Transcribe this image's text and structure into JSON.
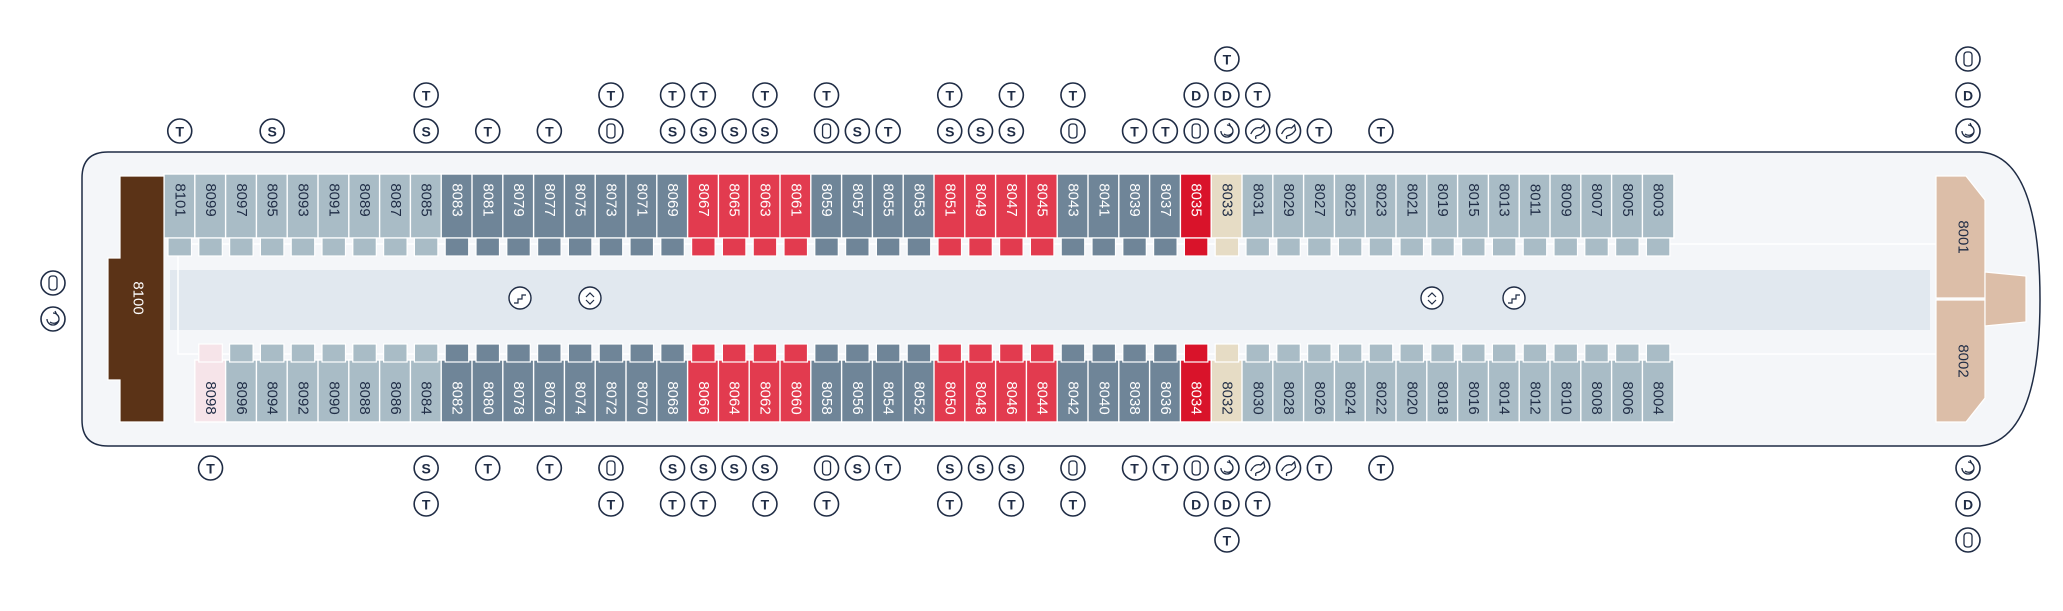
{
  "colors": {
    "hull": "#f4f6f9",
    "hull_outline": "#1f2c45",
    "corridor": "#e1e8ef",
    "cabin_default": "#a9bcc6",
    "cabin_dark": "#6f8598",
    "cabin_suite": "#e23b4f",
    "cabin_owner": "#d9132a",
    "cabin_tan": "#e6dcc5",
    "bow_special": "#5b3317",
    "stern_special": "#dcbea8",
    "stern_pink": "#f6e4e9",
    "icon_stroke": "#1f2c45",
    "cabin_text": "#1f2c45",
    "cabin_text_light": "#ffffff"
  },
  "legend_icons": {
    "T": "twin-beds-icon",
    "S": "sofa-bed-icon",
    "D": "double-bed-icon",
    "bath": "bathtub-icon",
    "acc": "accessible-icon",
    "pet": "pet-icon",
    "elev": "elevator-icon",
    "stair": "stairs-icon"
  },
  "cabins": {
    "top": [
      "8101",
      "8099",
      "8097",
      "8095",
      "8093",
      "8091",
      "8089",
      "8087",
      "8085",
      "8083",
      "8081",
      "8079",
      "8077",
      "8075",
      "8073",
      "8071",
      "8069",
      "8067",
      "8065",
      "8063",
      "8061",
      "8059",
      "8057",
      "8055",
      "8053",
      "8051",
      "8049",
      "8047",
      "8045",
      "8043",
      "8041",
      "8039",
      "8037",
      "8035",
      "8033",
      "8031",
      "8029",
      "8027",
      "8025",
      "8023",
      "8021",
      "8019",
      "8015",
      "8013",
      "8011",
      "8009",
      "8007",
      "8005",
      "8003"
    ],
    "bottom": [
      "8098",
      "8096",
      "8094",
      "8092",
      "8090",
      "8088",
      "8086",
      "8084",
      "8082",
      "8080",
      "8078",
      "8076",
      "8074",
      "8072",
      "8070",
      "8068",
      "8066",
      "8064",
      "8062",
      "8060",
      "8058",
      "8056",
      "8054",
      "8052",
      "8050",
      "8048",
      "8046",
      "8044",
      "8042",
      "8040",
      "8038",
      "8036",
      "8034",
      "8032",
      "8030",
      "8028",
      "8026",
      "8024",
      "8022",
      "8020",
      "8018",
      "8016",
      "8014",
      "8012",
      "8010",
      "8008",
      "8006",
      "8004"
    ],
    "stern": "8100",
    "bow_top": "8001",
    "bow_bottom": "8002"
  },
  "icon_columns": {
    "top": [
      {
        "cabin": "8101",
        "icons": [
          "T"
        ]
      },
      {
        "cabin": "8095",
        "icons": [
          "S"
        ]
      },
      {
        "cabin": "8085",
        "icons": [
          "T",
          "S"
        ]
      },
      {
        "cabin": "8081",
        "icons": [
          "T"
        ]
      },
      {
        "cabin": "8077",
        "icons": [
          "T"
        ]
      },
      {
        "cabin": "8073",
        "icons": [
          "T",
          "bath"
        ]
      },
      {
        "cabin": "8069",
        "icons": [
          "T",
          "S"
        ]
      },
      {
        "cabin": "8067",
        "icons": [
          "T",
          "S"
        ]
      },
      {
        "cabin": "8065",
        "icons": [
          "S"
        ]
      },
      {
        "cabin": "8063",
        "icons": [
          "T",
          "S"
        ]
      },
      {
        "cabin": "8059",
        "icons": [
          "T",
          "bath"
        ]
      },
      {
        "cabin": "8057",
        "icons": [
          "S"
        ]
      },
      {
        "cabin": "8055",
        "icons": [
          "T"
        ]
      },
      {
        "cabin": "8051",
        "icons": [
          "T",
          "S"
        ]
      },
      {
        "cabin": "8049",
        "icons": [
          "S"
        ]
      },
      {
        "cabin": "8047",
        "icons": [
          "T",
          "S"
        ]
      },
      {
        "cabin": "8043",
        "icons": [
          "T",
          "bath"
        ]
      },
      {
        "cabin": "8039",
        "icons": [
          "T"
        ]
      },
      {
        "cabin": "8037",
        "icons": [
          "T"
        ]
      },
      {
        "cabin": "8035",
        "icons": [
          "D",
          "bath"
        ]
      },
      {
        "cabin": "8033",
        "icons": [
          "T",
          "D",
          "acc"
        ]
      },
      {
        "cabin": "8031",
        "icons": [
          "T",
          "pet"
        ]
      },
      {
        "cabin": "8029",
        "icons": [
          "pet"
        ]
      },
      {
        "cabin": "8027",
        "icons": [
          "T"
        ]
      },
      {
        "cabin": "8023",
        "icons": [
          "T"
        ]
      },
      {
        "cabin": "8001",
        "icons": [
          "bath",
          "D",
          "acc"
        ]
      }
    ],
    "bottom": [
      {
        "cabin": "8098",
        "icons": [
          "T"
        ]
      },
      {
        "cabin": "8084",
        "icons": [
          "S",
          "T"
        ]
      },
      {
        "cabin": "8080",
        "icons": [
          "T"
        ]
      },
      {
        "cabin": "8076",
        "icons": [
          "T"
        ]
      },
      {
        "cabin": "8072",
        "icons": [
          "bath",
          "T"
        ]
      },
      {
        "cabin": "8068",
        "icons": [
          "S",
          "T"
        ]
      },
      {
        "cabin": "8066",
        "icons": [
          "S",
          "T"
        ]
      },
      {
        "cabin": "8064",
        "icons": [
          "S"
        ]
      },
      {
        "cabin": "8062",
        "icons": [
          "S",
          "T"
        ]
      },
      {
        "cabin": "8058",
        "icons": [
          "bath",
          "T"
        ]
      },
      {
        "cabin": "8056",
        "icons": [
          "S"
        ]
      },
      {
        "cabin": "8054",
        "icons": [
          "T"
        ]
      },
      {
        "cabin": "8050",
        "icons": [
          "S",
          "T"
        ]
      },
      {
        "cabin": "8048",
        "icons": [
          "S"
        ]
      },
      {
        "cabin": "8046",
        "icons": [
          "S",
          "T"
        ]
      },
      {
        "cabin": "8042",
        "icons": [
          "bath",
          "T"
        ]
      },
      {
        "cabin": "8038",
        "icons": [
          "T"
        ]
      },
      {
        "cabin": "8036",
        "icons": [
          "T"
        ]
      },
      {
        "cabin": "8034",
        "icons": [
          "bath",
          "D"
        ]
      },
      {
        "cabin": "8032",
        "icons": [
          "acc",
          "D",
          "T"
        ]
      },
      {
        "cabin": "8030",
        "icons": [
          "pet",
          "T"
        ]
      },
      {
        "cabin": "8028",
        "icons": [
          "pet"
        ]
      },
      {
        "cabin": "8026",
        "icons": [
          "T"
        ]
      },
      {
        "cabin": "8022",
        "icons": [
          "T"
        ]
      },
      {
        "cabin": "8002",
        "icons": [
          "acc",
          "D",
          "bath"
        ]
      }
    ],
    "stern_side": [
      "bath",
      "acc"
    ]
  }
}
